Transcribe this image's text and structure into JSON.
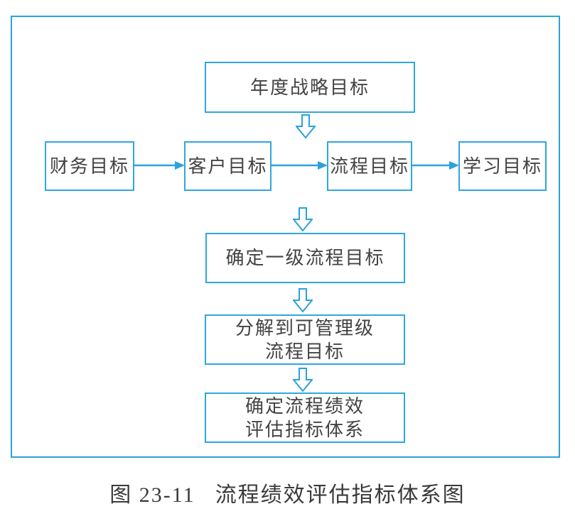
{
  "diagram": {
    "accent_color": "#2aa2dc",
    "text_color": "#3f3f3f",
    "top_box": {
      "label": "年度战略目标"
    },
    "row_boxes": [
      {
        "label": "财务目标"
      },
      {
        "label": "客户目标"
      },
      {
        "label": "流程目标"
      },
      {
        "label": "学习目标"
      }
    ],
    "stack_boxes": [
      {
        "lines": [
          "确定一级流程目标",
          ""
        ]
      },
      {
        "lines": [
          "分解到可管理级",
          "流程目标"
        ]
      },
      {
        "lines": [
          "确定流程绩效",
          "评估指标体系"
        ]
      }
    ],
    "caption": {
      "prefix": "图 23-11",
      "title": "流程绩效评估指标体系图"
    }
  }
}
